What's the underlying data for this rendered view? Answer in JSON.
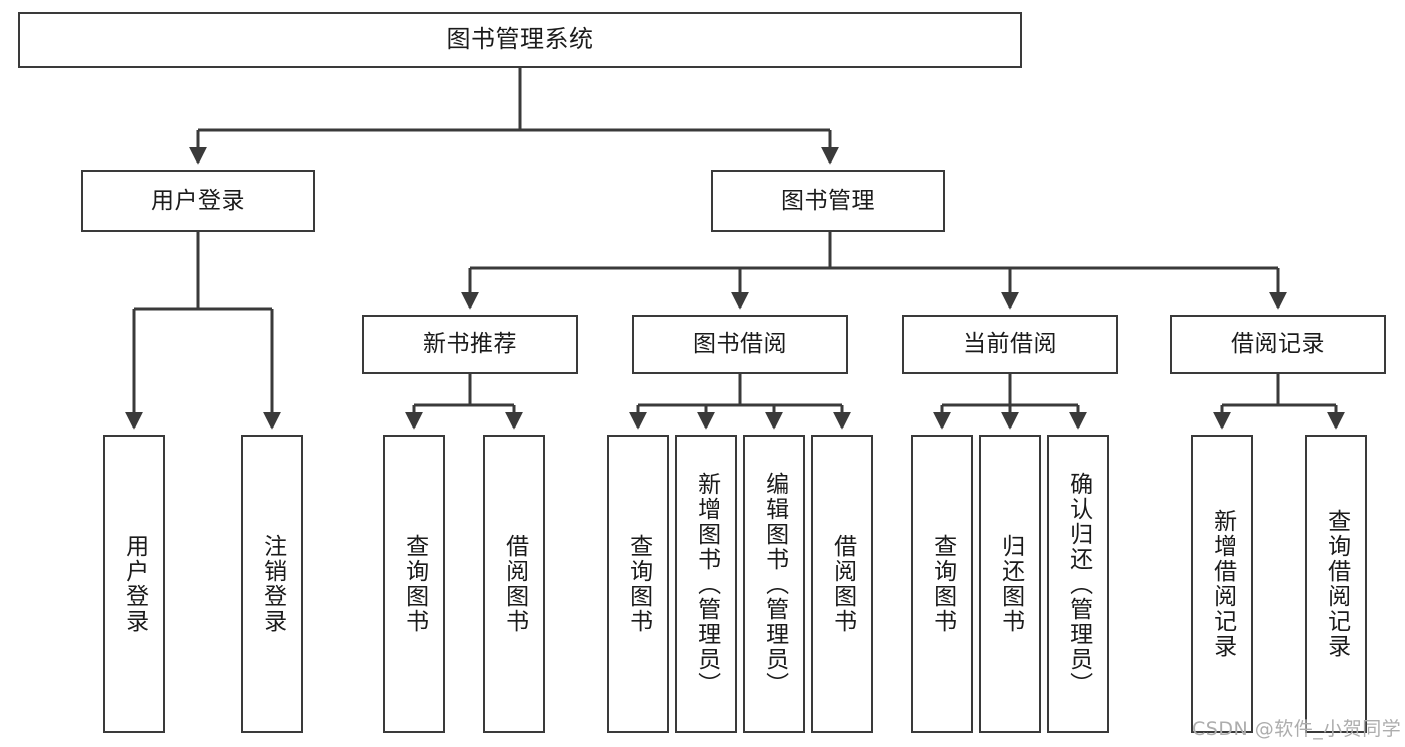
{
  "diagram": {
    "title": "图书管理系统",
    "type": "tree-hierarchy-diagram",
    "colors": {
      "node_border": "#3a3a3a",
      "node_fill": "#ffffff",
      "edge": "#3a3a3a",
      "text": "#1b1b1b",
      "watermark": "#adadad",
      "background": "#ffffff"
    },
    "root": {
      "label": "图书管理系统"
    },
    "level1": [
      {
        "id": "user-login",
        "label": "用户登录"
      },
      {
        "id": "book-management",
        "label": "图书管理"
      }
    ],
    "level2": [
      {
        "id": "new-book-recommend",
        "label": "新书推荐"
      },
      {
        "id": "book-borrow",
        "label": "图书借阅"
      },
      {
        "id": "current-borrow",
        "label": "当前借阅"
      },
      {
        "id": "borrow-record",
        "label": "借阅记录"
      }
    ],
    "leaves": {
      "user_login": [
        {
          "id": "leaf-user-login",
          "label": "用户登录"
        },
        {
          "id": "leaf-logout-login",
          "label": "注销登录"
        }
      ],
      "new_book_recommend": [
        {
          "id": "leaf-query-book-1",
          "label": "查询图书"
        },
        {
          "id": "leaf-borrow-book-1",
          "label": "借阅图书"
        }
      ],
      "book_borrow": [
        {
          "id": "leaf-query-book-2",
          "label": "查询图书"
        },
        {
          "id": "leaf-add-book",
          "label": "新增图书（管理员）"
        },
        {
          "id": "leaf-edit-book",
          "label": "编辑图书（管理员）"
        },
        {
          "id": "leaf-borrow-book-2",
          "label": "借阅图书"
        }
      ],
      "current_borrow": [
        {
          "id": "leaf-query-book-3",
          "label": "查询图书"
        },
        {
          "id": "leaf-return-book",
          "label": "归还图书"
        },
        {
          "id": "leaf-confirm-return",
          "label": "确认归还（管理员）"
        }
      ],
      "borrow_record": [
        {
          "id": "leaf-add-record",
          "label": "新增借阅记录"
        },
        {
          "id": "leaf-query-record",
          "label": "查询借阅记录"
        }
      ]
    },
    "watermark": "CSDN @软件_小贺同学"
  }
}
